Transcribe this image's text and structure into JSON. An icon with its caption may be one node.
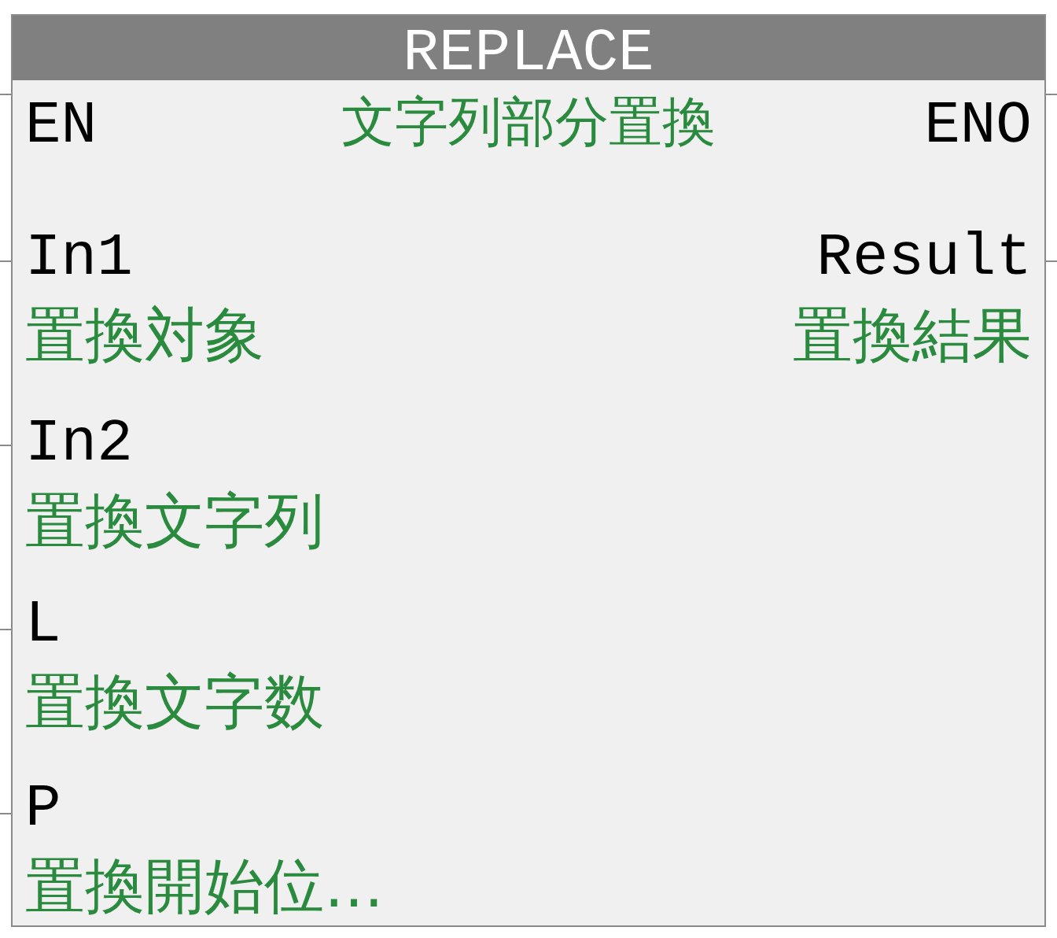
{
  "diagram": {
    "nodes": [
      {
        "text": [
          "REPLACE",
          "文字列部分置換"
        ]
      }
    ],
    "edges": [],
    "labels": [
      "EN",
      "ENO",
      "In1",
      "Result",
      "置換対象",
      "置換結果",
      "In2",
      "置換文字列",
      "L",
      "置換文字数",
      "P",
      "置換開始位…"
    ]
  }
}
